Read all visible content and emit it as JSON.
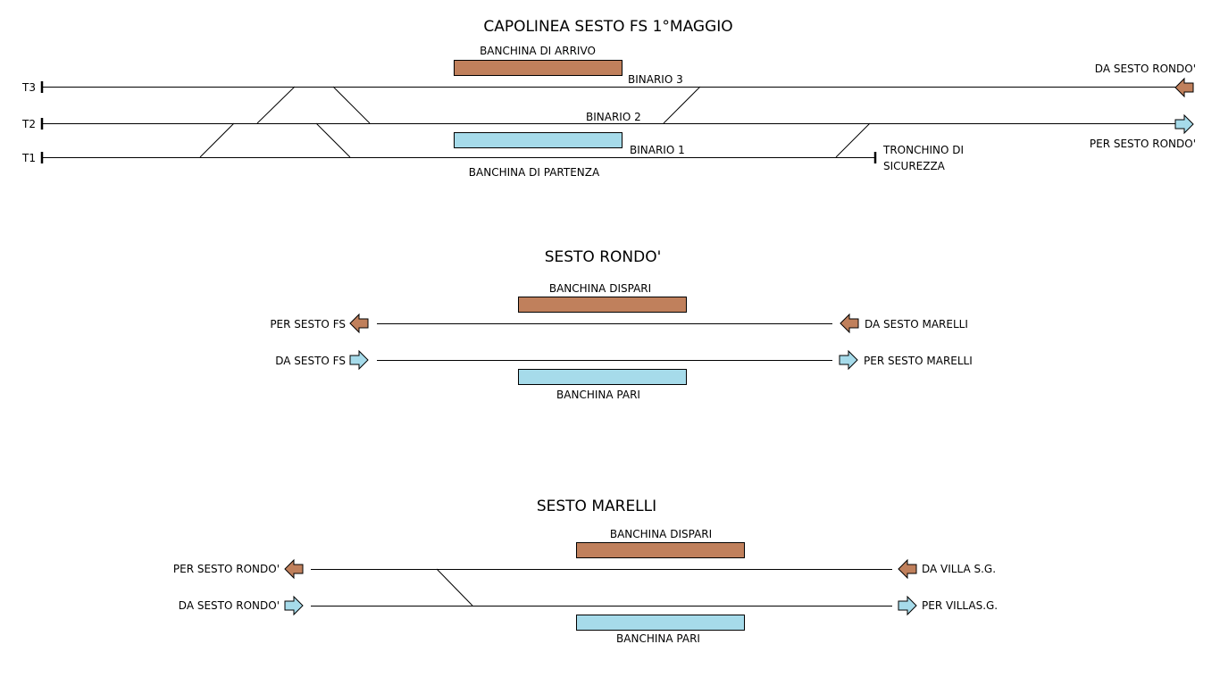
{
  "colors": {
    "arrival_platform": "#c0805c",
    "departure_platform": "#a6dbea",
    "line": "#000000",
    "background": "#ffffff"
  },
  "capolinea": {
    "title": "CAPOLINEA SESTO FS 1°MAGGIO",
    "track_labels": [
      "T3",
      "T2",
      "T1"
    ],
    "banchina_arrivo": "BANCHINA DI ARRIVO",
    "banchina_partenza": "BANCHINA DI PARTENZA",
    "binario_3": "BINARIO 3",
    "binario_2": "BINARIO 2",
    "binario_1": "BINARIO 1",
    "da_sesto_rondo": "DA SESTO RONDO'",
    "per_sesto_rondo": "PER SESTO RONDO'",
    "tronchino_1": "TRONCHINO DI",
    "tronchino_2": "SICUREZZA"
  },
  "rondo": {
    "title": "SESTO RONDO'",
    "banchina_dispari": "BANCHINA DISPARI",
    "banchina_pari": "BANCHINA PARI",
    "per_sesto_fs": "PER SESTO FS",
    "da_sesto_fs": "DA SESTO FS",
    "da_sesto_marelli": "DA SESTO MARELLI",
    "per_sesto_marelli": "PER SESTO MARELLI"
  },
  "marelli": {
    "title": "SESTO MARELLI",
    "banchina_dispari": "BANCHINA DISPARI",
    "banchina_pari": "BANCHINA PARI",
    "per_sesto_rondo": "PER SESTO RONDO'",
    "da_sesto_rondo": "DA SESTO RONDO'",
    "da_villa": "DA VILLA S.G.",
    "per_villa": "PER VILLAS.G."
  }
}
